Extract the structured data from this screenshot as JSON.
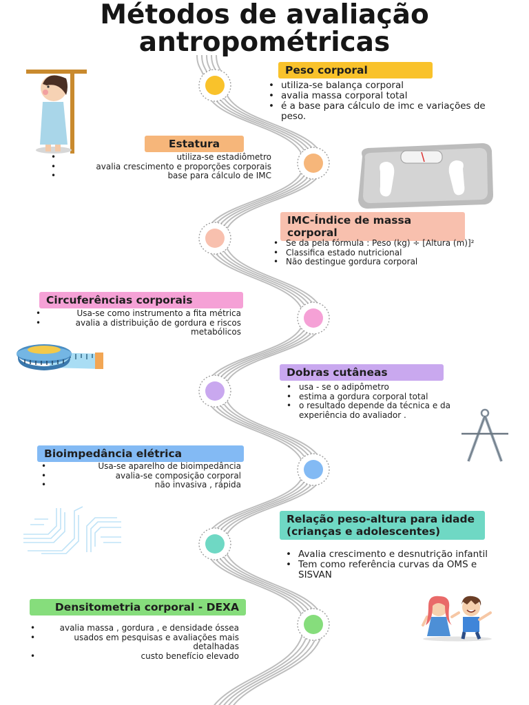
{
  "title": {
    "line1": "Métodos de avaliação",
    "line2": "antropométricas"
  },
  "colors": {
    "road": "#bdbdbd",
    "dot_ring": "#9c9c9c"
  },
  "methods": [
    {
      "label": "Peso corporal",
      "color": "#f9c22b",
      "bullets": [
        "utiliza-se balança corporal",
        "avalia massa corporal total",
        "é a base para cálculo de imc e variações de peso."
      ]
    },
    {
      "label": "Estatura",
      "color": "#f6b67a",
      "bullets": [
        "utiliza-se estadiômetro",
        "avalia crescimento e proporções corporais",
        "base para cálculo de IMC"
      ]
    },
    {
      "label": "IMC-Índice de massa corporal",
      "color": "#f8c0ae",
      "bullets": [
        "Se da pela fórmula : Peso (kg) ÷ [Altura (m)]²",
        "Classifica estado nutricional",
        "Não destingue gordura corporal"
      ]
    },
    {
      "label": "Circuferências corporais",
      "color": "#f5a1d6",
      "bullets": [
        "Usa-se como instrumento a fita métrica",
        "avalia a distribuição de gordura e riscos metabólicos"
      ]
    },
    {
      "label": "Dobras cutâneas",
      "color": "#c9a8ef",
      "bullets": [
        "usa - se o adipômetro",
        "estima a gordura corporal total",
        "o resultado depende da técnica e da experiência do avaliador ."
      ]
    },
    {
      "label": "Bioimpedância elétrica",
      "color": "#83baf4",
      "bullets": [
        "Usa-se aparelho de bioimpedância",
        "avalia-se composição corporal",
        "não invasiva , rápida"
      ]
    },
    {
      "label": "Relação peso-altura para idade (crianças e adolescentes)",
      "color": "#6fd8c4",
      "bullets": [
        "Avalia crescimento e desnutrição infantil",
        "Tem como referência curvas da OMS e SISVAN"
      ]
    },
    {
      "label": "Densitometria corporal - DEXA",
      "color": "#86dd7c",
      "bullets": [
        "avalia massa , gordura , e densidade óssea",
        "usados em pesquisas e avaliações mais detalhadas",
        "custo benefício elevado"
      ]
    }
  ],
  "dot_colors": [
    "#f9c22b",
    "#f6b67a",
    "#f8c0ae",
    "#f5a1d6",
    "#c9a8ef",
    "#83baf4",
    "#6fd8c4",
    "#86dd7c"
  ],
  "icons": [
    "child-stadiometer-icon",
    "bathroom-scale-icon",
    "measuring-tape-icon",
    "caliper-compass-icon",
    "circuit-lines-icon",
    "kids-icon"
  ]
}
